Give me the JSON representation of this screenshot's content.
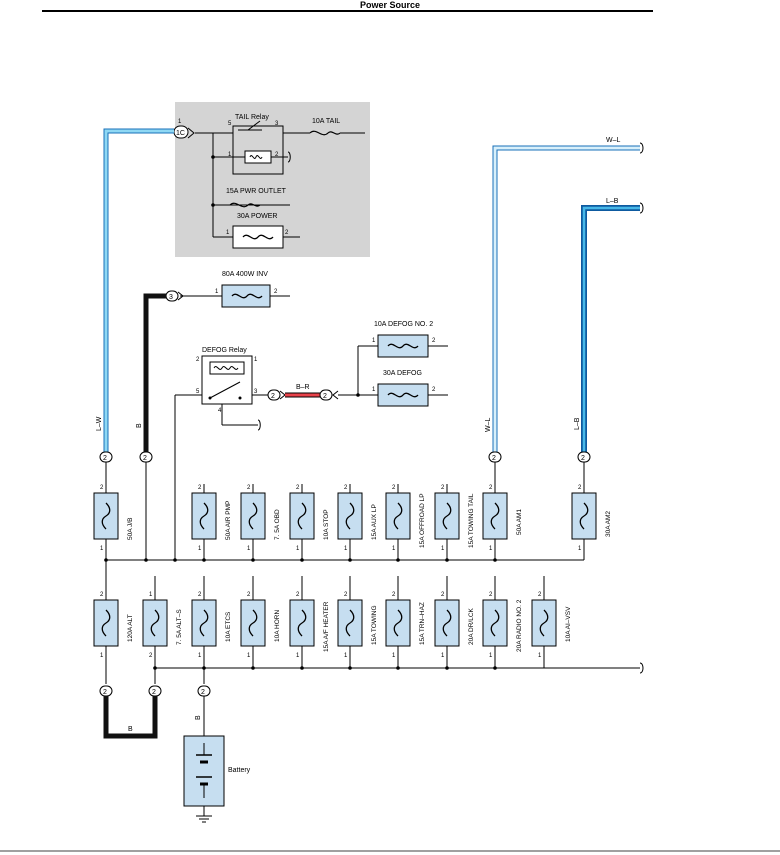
{
  "header": {
    "title": "Power Source"
  },
  "relays": {
    "tail_relay": "TAIL Relay",
    "defog_relay": "DEFOG Relay"
  },
  "top_fuses": {
    "tail": "10A TAIL",
    "pwr_outlet": "15A PWR OUTLET",
    "power": "30A POWER",
    "inv": "80A 400W INV",
    "defog_no2": "10A DEFOG NO. 2",
    "defog": "30A DEFOG"
  },
  "row1_fuses": [
    "50A J/B",
    "50A AIR PMP",
    "7. 5A OBD",
    "10A STOP",
    "15A AUX LP",
    "15A OFFROAD LP",
    "15A TOWING TAIL",
    "50A AM1",
    "30A AM2"
  ],
  "row2_fuses": [
    "120A ALT",
    "7. 5A ALT–S",
    "10A ETCS",
    "10A HORN",
    "15A A/F HEATER",
    "15A TOWING",
    "15A TRN–HAZ",
    "20A DR/LCK",
    "20A RADIO NO. 2",
    "10A AI–VSV"
  ],
  "wire_colors": {
    "l_w": "L–W",
    "b": "B",
    "b_r": "B–R",
    "w_l": "W–L",
    "l_b": "L–B"
  },
  "connectors": {
    "one_c": "1C",
    "three": "3",
    "two": "2"
  },
  "pins": {
    "p1": "1",
    "p2": "2",
    "p3": "3",
    "p4": "4",
    "p5": "5"
  },
  "battery": {
    "label": "Battery"
  },
  "colors": {
    "light_blue": "#5ec4ec",
    "blue": "#1a70b8",
    "black": "#000000",
    "red": "#d8262e",
    "gray_box": "#d4d4d4"
  }
}
